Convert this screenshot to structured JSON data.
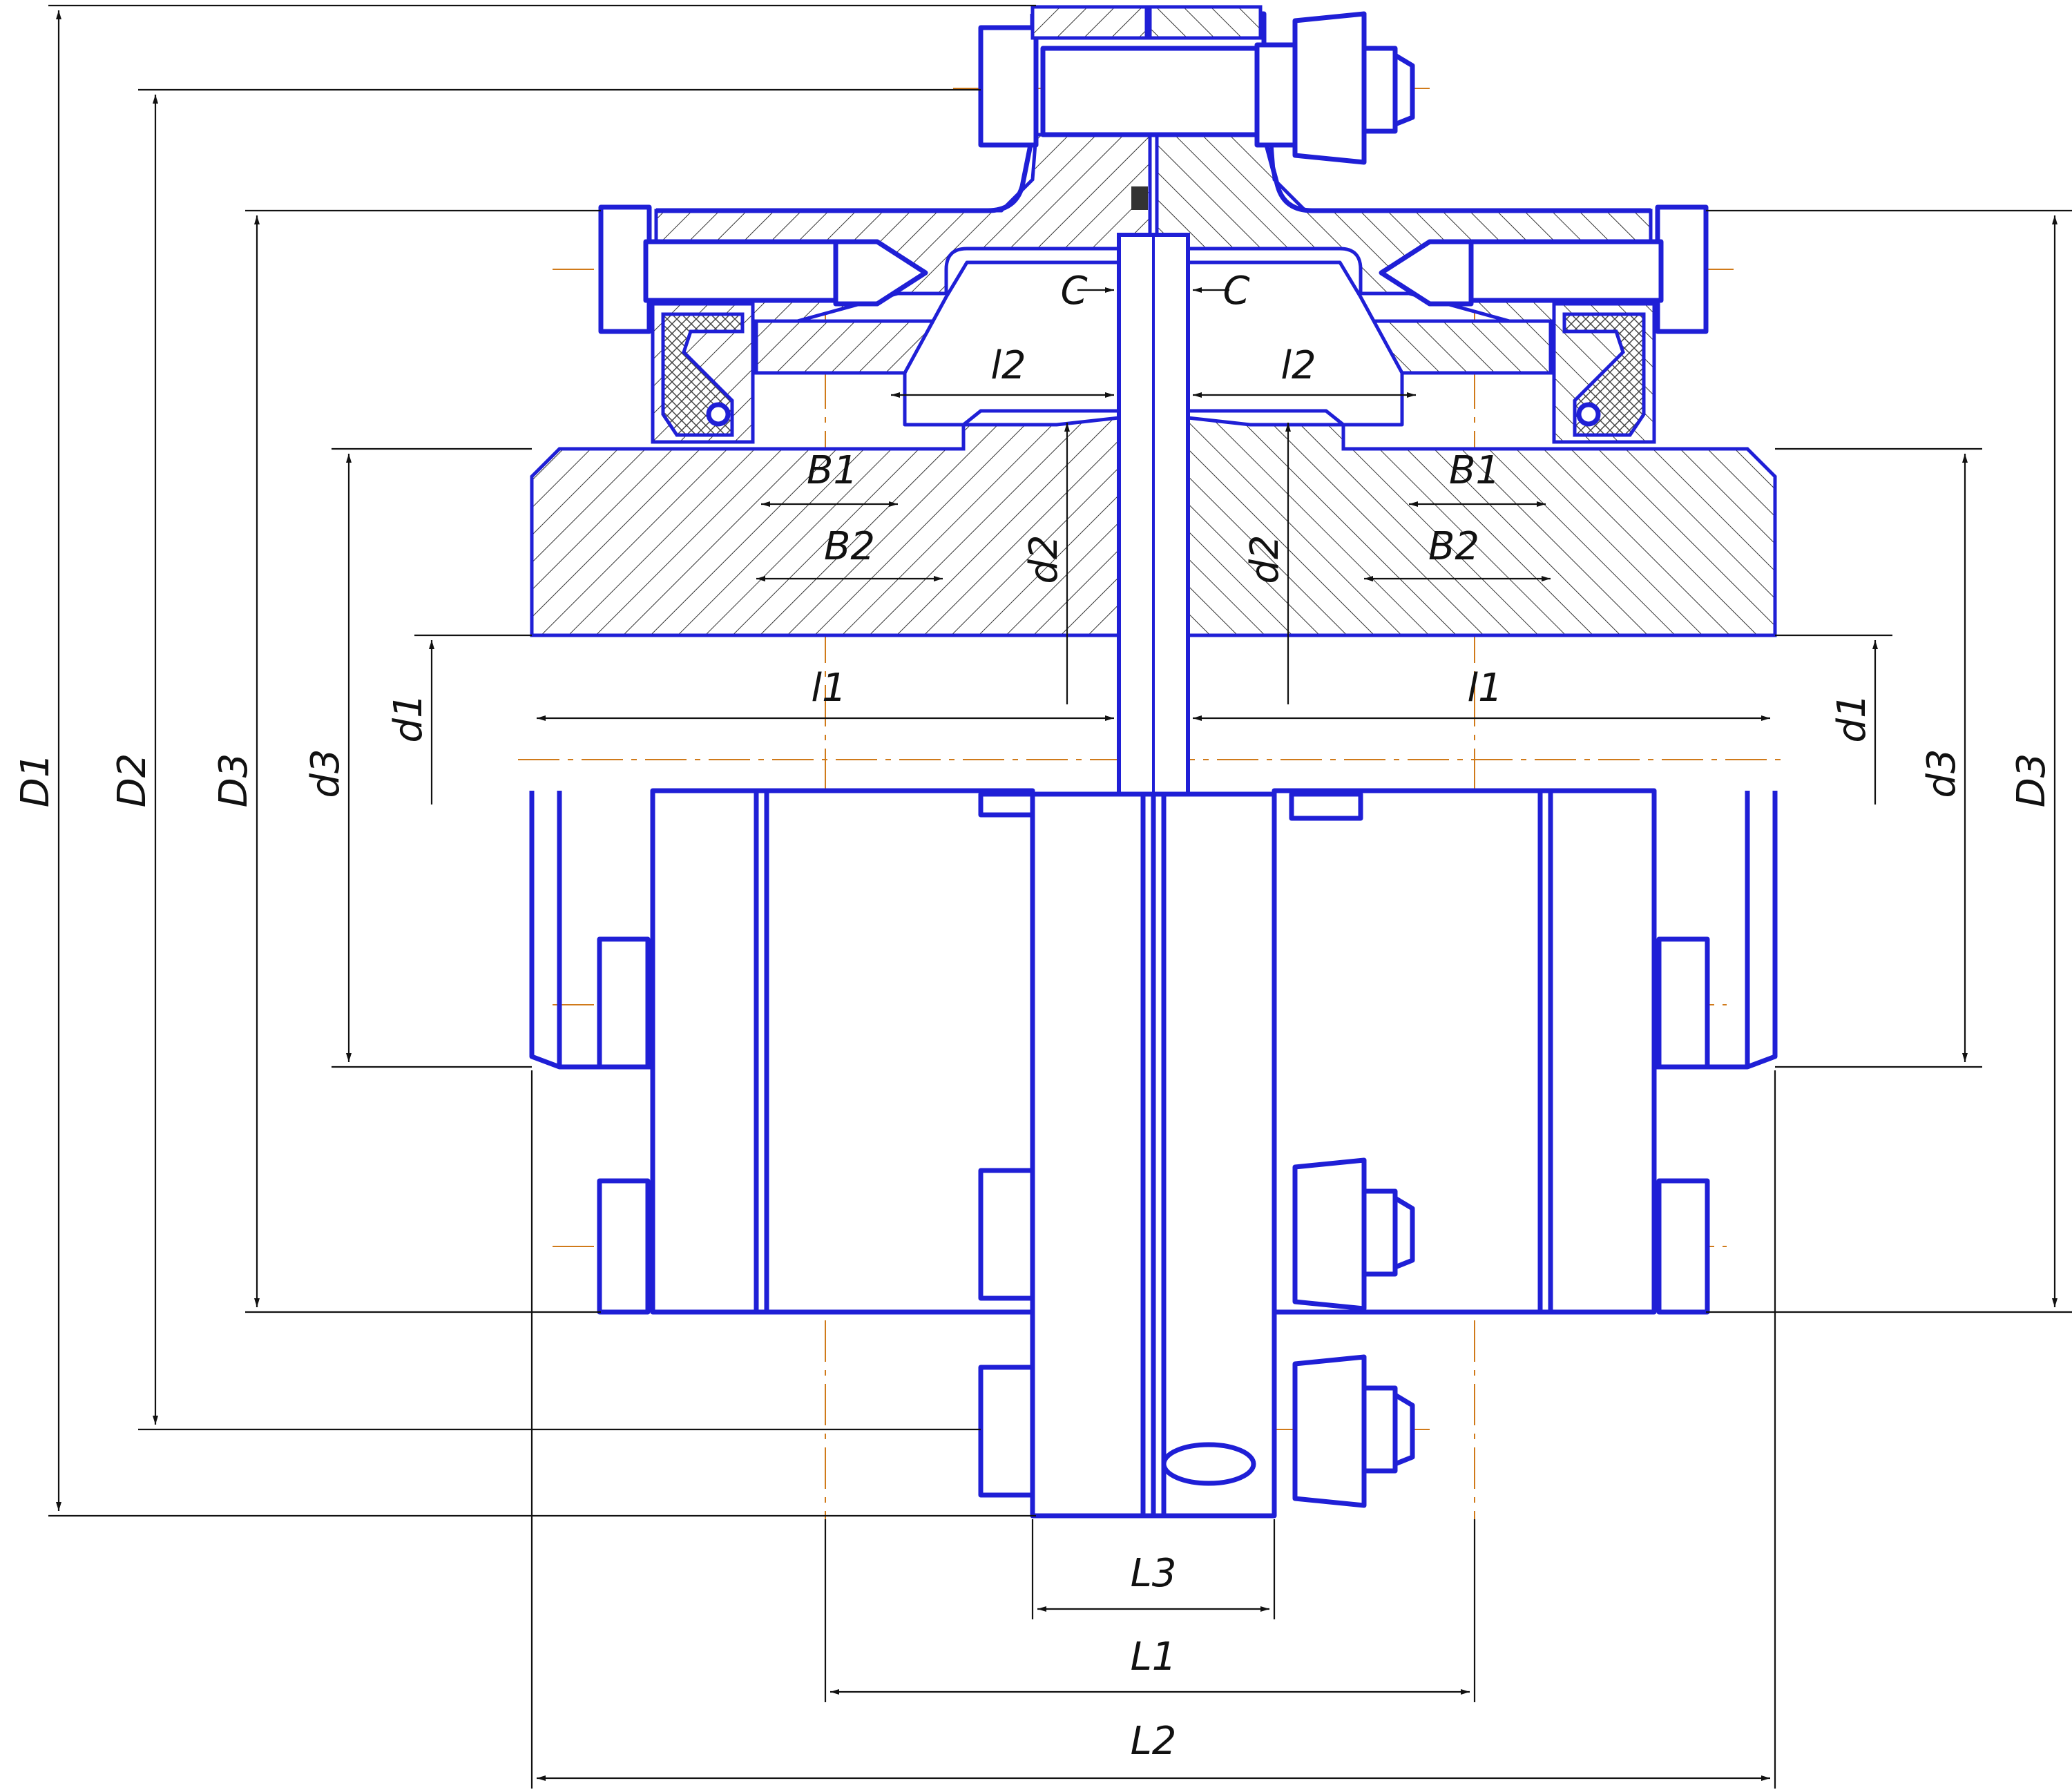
{
  "labels": {
    "D1": "D1",
    "D2": "D2",
    "D3": "D3",
    "d3": "d3",
    "d1": "d1",
    "d2": "d2",
    "l1": "l1",
    "l2": "l2",
    "B1": "B1",
    "B2": "B2",
    "C": "C",
    "L1": "L1",
    "L2": "L2",
    "L3": "L3"
  },
  "colors": {
    "outline": "#1f1fd6",
    "dimension": "#111111",
    "centerline": "#d07a1a"
  }
}
